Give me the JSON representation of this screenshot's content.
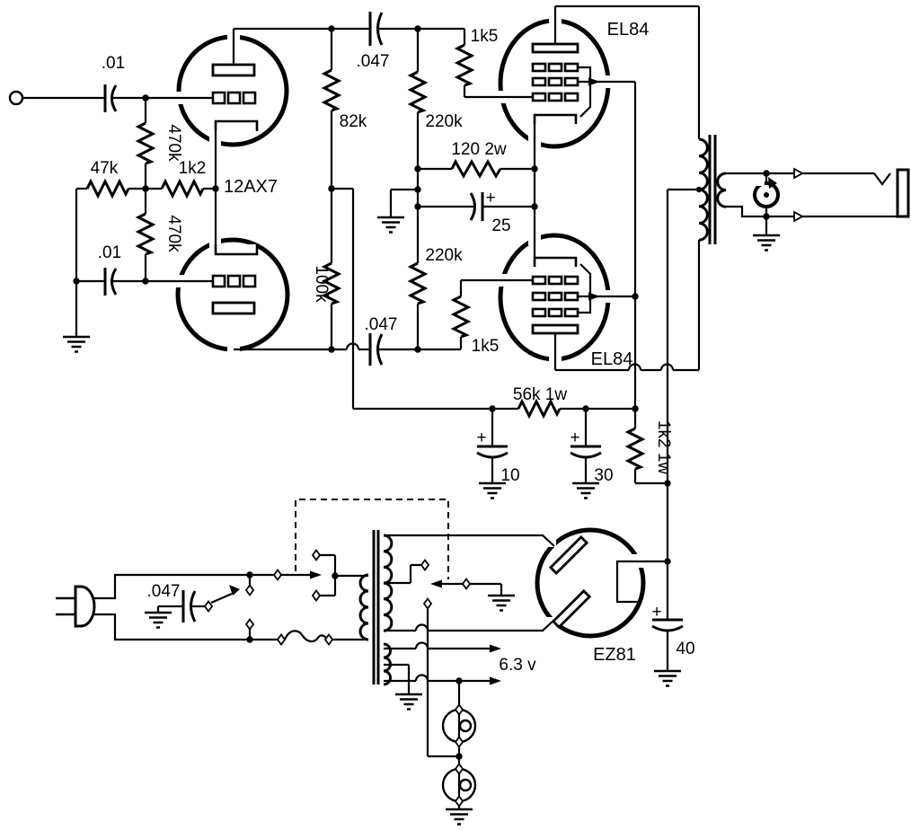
{
  "meta": {
    "kind": "vacuum-tube-amplifier-schematic"
  },
  "colors": {
    "ink": "#000000",
    "background": "#ffffff"
  },
  "labels": {
    "plus": "+",
    "c01_top": ".01",
    "c01_bottom": ".01",
    "r_47k": "47k",
    "r_470k_top": "470k",
    "r_470k_bottom": "470k",
    "r_1k2": "1k2",
    "v_12ax7": "12AX7",
    "c_047_top": ".047",
    "c_047_mid": ".047",
    "c_047_line": ".047",
    "r_82k": "82k",
    "r_100k": "100k",
    "r_220k_top": "220k",
    "r_220k_bottom": "220k",
    "r_1k5_top": "1k5",
    "r_1k5_bottom": "1k5",
    "r_120_2w": "120 2w",
    "c_25": "25",
    "v_el84_top": "EL84",
    "v_el84_bottom": "EL84",
    "r_56k_1w": "56k  1w",
    "c_10": "10",
    "c_30": "30",
    "r_1k2_1w": "1k2  1w",
    "v_ez81": "EZ81",
    "c_40": "40",
    "heater_6_3v": "6.3 v"
  }
}
